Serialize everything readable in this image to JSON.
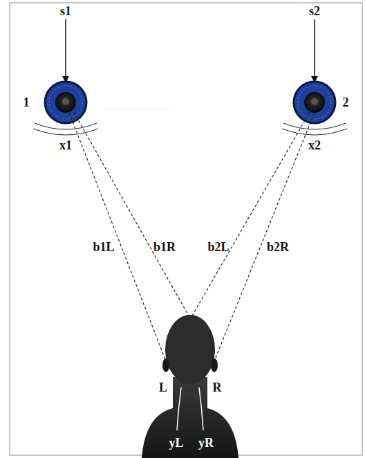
{
  "diagram": {
    "labels": [
      "s1",
      "1",
      "x1",
      "s2",
      "2",
      "x2",
      "b1L",
      "b1R",
      "b2L",
      "b2R",
      "L",
      "R",
      "yL",
      "yR"
    ]
  }
}
